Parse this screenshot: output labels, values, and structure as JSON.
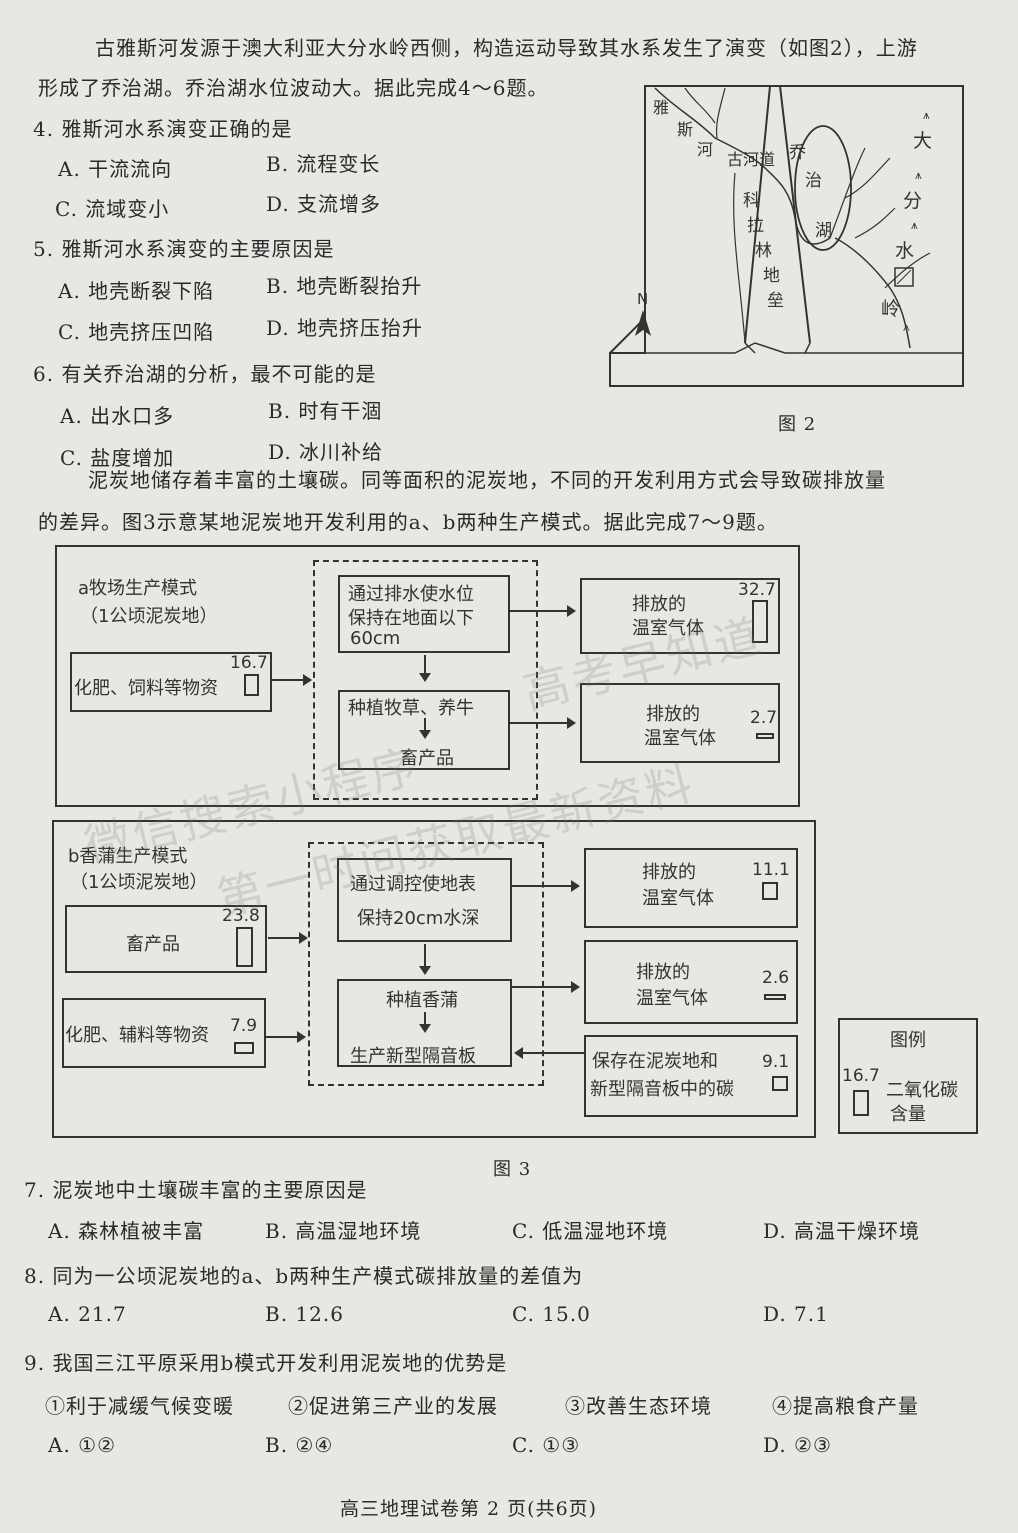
{
  "intro1": {
    "line1": "古雅斯河发源于澳大利亚大分水岭西侧，构造运动导致其水系发生了演变（如图2），上游",
    "line2": "形成了乔治湖。乔治湖水位波动大。据此完成4～6题。"
  },
  "q4": {
    "stem": "4. 雅斯河水系演变正确的是",
    "A": "A. 干流流向",
    "B": "B. 流程变长",
    "C": "C. 流域变小",
    "D": "D. 支流增多"
  },
  "q5": {
    "stem": "5. 雅斯河水系演变的主要原因是",
    "A": "A. 地壳断裂下陷",
    "B": "B. 地壳断裂抬升",
    "C": "C. 地壳挤压凹陷",
    "D": "D. 地壳挤压抬升"
  },
  "q6": {
    "stem": "6. 有关乔治湖的分析，最不可能的是",
    "A": "A. 出水口多",
    "B": "B. 时有干涸",
    "C": "C. 盐度增加",
    "D": "D. 冰川补给"
  },
  "fig2": {
    "caption": "图 2",
    "river_name": [
      "雅",
      "斯",
      "河"
    ],
    "old_river": "古河道",
    "lake": [
      "乔",
      "治",
      "湖"
    ],
    "graben": [
      "科",
      "拉",
      "林",
      "地",
      "垒"
    ],
    "range": [
      "大",
      "分",
      "水",
      "岭"
    ],
    "north": "N"
  },
  "intro2": {
    "line1": "泥炭地储存着丰富的土壤碳。同等面积的泥炭地，不同的开发利用方式会导致碳排放量",
    "line2": "的差异。图3示意某地泥炭地开发利用的a、b两种生产模式。据此完成7～9题。"
  },
  "fig3": {
    "caption": "图 3",
    "a": {
      "title": "a牧场生产模式",
      "sub": "（1公顷泥炭地）",
      "input": "化肥、饲料等物资",
      "input_val": "16.7",
      "step1": [
        "通过排水使水位",
        "保持在地面以下",
        "60cm"
      ],
      "step2": [
        "种植牧草、养牛",
        "畜产品"
      ],
      "out1": [
        "排放的",
        "温室气体"
      ],
      "out1_val": "32.7",
      "out2": [
        "排放的",
        "温室气体"
      ],
      "out2_val": "2.7"
    },
    "b": {
      "title": "b香蒲生产模式",
      "sub": "（1公顷泥炭地）",
      "input1": "畜产品",
      "input1_val": "23.8",
      "input2": "化肥、辅料等物资",
      "input2_val": "7.9",
      "step1": [
        "通过调控使地表",
        "保持20cm水深"
      ],
      "step2": [
        "种植香蒲",
        "生产新型隔音板"
      ],
      "out1": [
        "排放的",
        "温室气体"
      ],
      "out1_val": "11.1",
      "out2": [
        "排放的",
        "温室气体"
      ],
      "out2_val": "2.6",
      "store": [
        "保存在泥炭地和",
        "新型隔音板中的碳"
      ],
      "store_val": "9.1"
    },
    "legend": {
      "title": "图例",
      "val": "16.7",
      "label": [
        "二氧化碳",
        "含量"
      ]
    }
  },
  "q7": {
    "stem": "7. 泥炭地中土壤碳丰富的主要原因是",
    "A": "A. 森林植被丰富",
    "B": "B. 高温湿地环境",
    "C": "C. 低温湿地环境",
    "D": "D. 高温干燥环境"
  },
  "q8": {
    "stem": "8. 同为一公顷泥炭地的a、b两种生产模式碳排放量的差值为",
    "A": "A. 21.7",
    "B": "B. 12.6",
    "C": "C. 15.0",
    "D": "D. 7.1"
  },
  "q9": {
    "stem": "9. 我国三江平原采用b模式开发利用泥炭地的优势是",
    "items": [
      "①利于减缓气候变暖",
      "②促进第三产业的发展",
      "③改善生态环境",
      "④提高粮食产量"
    ],
    "A": "A. ①②",
    "B": "B. ②④",
    "C": "C. ①③",
    "D": "D. ②③"
  },
  "watermark": {
    "line1": "微信搜索小程序",
    "line2": "高考早知道",
    "line3": "第一时间获取最新资料"
  },
  "footer": "高三地理试卷第 2 页(共6页)"
}
